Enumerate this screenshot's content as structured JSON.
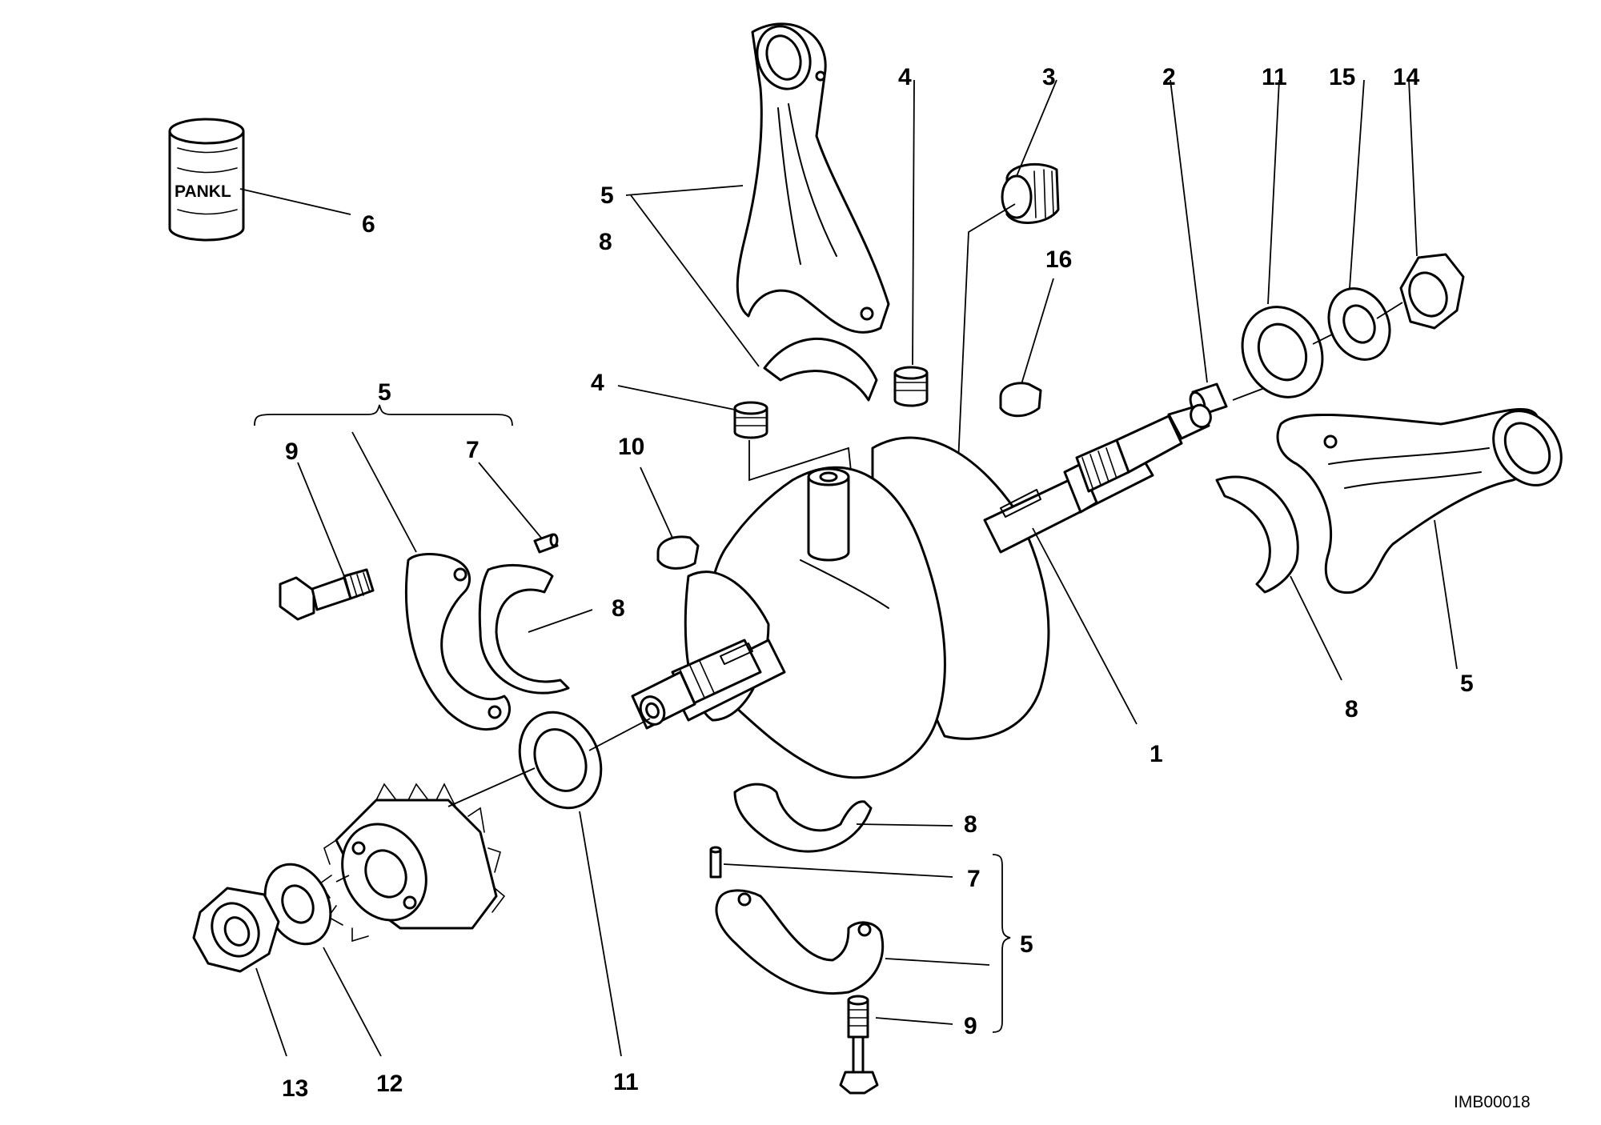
{
  "callouts": {
    "c1": "1",
    "c2": "2",
    "c3": "3",
    "c4a": "4",
    "c4b": "4",
    "c5top": "5",
    "c5left": "5",
    "c5right": "5",
    "c5bottom": "5",
    "c6": "6",
    "c7a": "7",
    "c7b": "7",
    "c8a": "8",
    "c8b": "8",
    "c8c": "8",
    "c8d": "8",
    "c9a": "9",
    "c9b": "9",
    "c10": "10",
    "c11a": "11",
    "c11b": "11",
    "c12": "12",
    "c13": "13",
    "c14": "14",
    "c15": "15",
    "c16": "16"
  },
  "part_marking": "PANKL",
  "drawing_code": "IMB00018",
  "colors": {
    "line": "#000000",
    "background": "#ffffff"
  }
}
